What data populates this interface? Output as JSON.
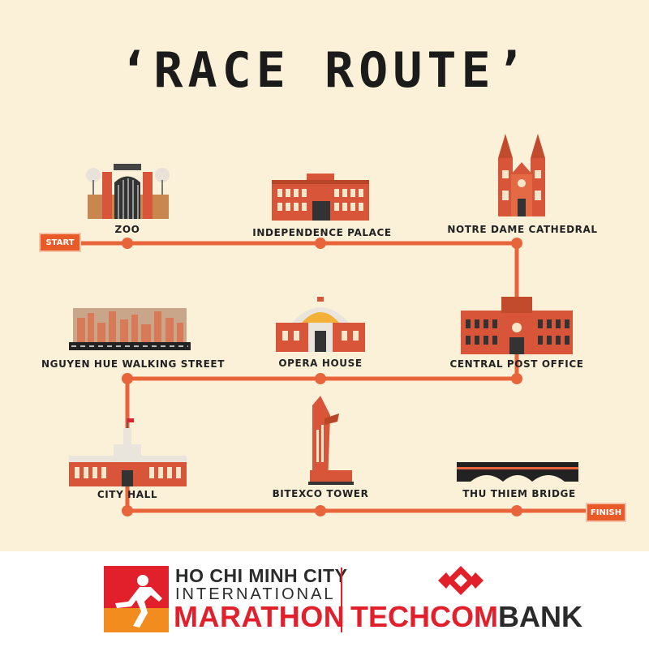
{
  "title": "‘RACE ROUTE’",
  "start_label": "START",
  "finish_label": "FINISH",
  "landmarks": [
    {
      "name": "ZOO"
    },
    {
      "name": "INDEPENDENCE PALACE"
    },
    {
      "name": "NOTRE DAME CATHEDRAL"
    },
    {
      "name": "NGUYEN HUE WALKING STREET"
    },
    {
      "name": "OPERA HOUSE"
    },
    {
      "name": "CENTRAL POST OFFICE"
    },
    {
      "name": "CITY HALL"
    },
    {
      "name": "BITEXCO TOWER"
    },
    {
      "name": "THU THIEM BRIDGE"
    }
  ],
  "footer": {
    "event_line1": "HO CHI MINH CITY",
    "event_line2": "INTERNATIONAL",
    "event_line3": "MARATHON",
    "sponsor_a": "TECHCOM",
    "sponsor_b": "BANK"
  },
  "colors": {
    "route": "#e8643a",
    "background": "#fbf1d8",
    "brand_red": "#e2202b"
  },
  "icons": [
    "gate-icon",
    "palace-icon",
    "cathedral-icon",
    "skyline-icon",
    "opera-house-icon",
    "post-office-icon",
    "city-hall-icon",
    "tower-icon",
    "bridge-icon",
    "runner-logo-icon",
    "techcombank-logo-icon"
  ]
}
